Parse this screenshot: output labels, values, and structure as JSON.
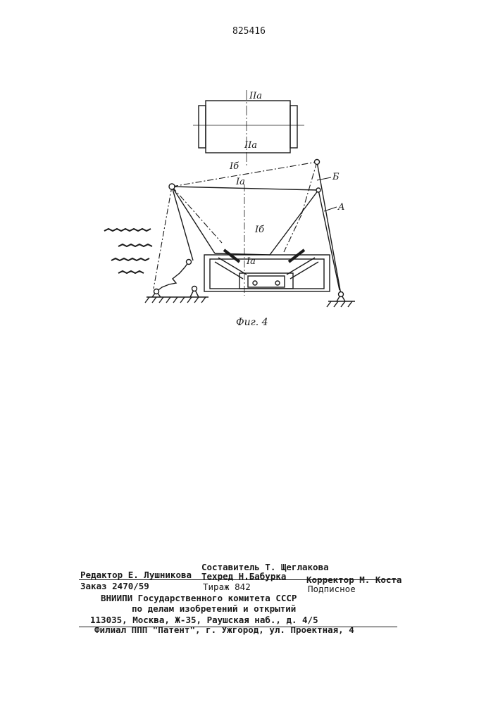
{
  "patent_number": "825416",
  "figure": {
    "caption": "Фиг. 4",
    "labels": {
      "IIa_top": "IIa",
      "IIa_bottom": "IIa",
      "Ib_top": "Iб",
      "Ia_top": "Ia",
      "B": "Б",
      "A": "A",
      "Ib_mid": "Iб",
      "Ia_bottom": "Ia"
    }
  },
  "imprint": {
    "editor": "Редактор Е. Лушникова",
    "compiler": "Составитель Т. Щеглакова",
    "techred": "Техред Н.Бабурка",
    "corrector": "Корректор М. Коста",
    "order": "Заказ 2470/59",
    "circulation": "Тираж 842",
    "subscription": "Подписное",
    "org_line1": "ВНИИПИ Государственного комитета СССР",
    "org_line2": "по делам изобретений и открытий",
    "address": "113035, Москва, Ж-35, Раушская наб., д. 4/5",
    "branch": "Филиал ППП \"Патент\", г. Ужгород, ул. Проектная, 4"
  }
}
